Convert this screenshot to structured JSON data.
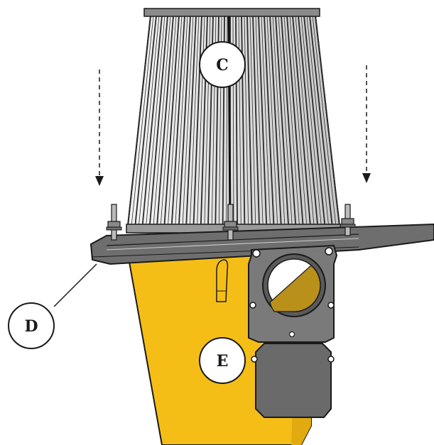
{
  "callouts": {
    "c": "C",
    "d": "D",
    "e": "E"
  },
  "colors": {
    "hopper_yellow": "#F5BE16",
    "hopper_shadow": "#C99A0E",
    "filter_dark": "#2a2a2a",
    "filter_light": "#ffffff",
    "gate_gray": "#7a7a7a",
    "gate_dark": "#555555",
    "flange_gray": "#6e6e6e",
    "outline": "#1a1a1a",
    "opening_ochre": "#B8901A"
  },
  "icons": {
    "arrow_left": "down-arrow-dashed",
    "arrow_right": "down-arrow-dashed"
  }
}
